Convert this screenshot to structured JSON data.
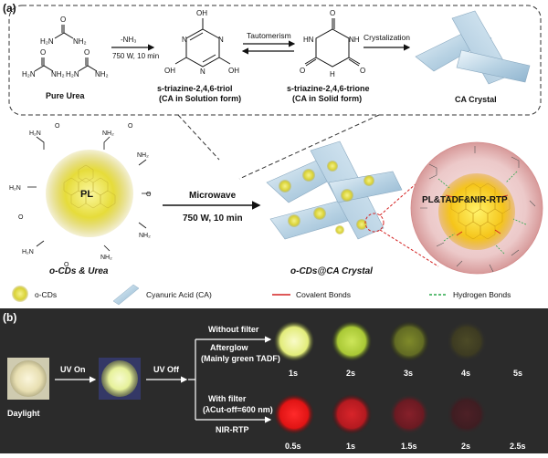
{
  "panel_a": {
    "label": "(a)",
    "urea_name": "Pure Urea",
    "step1_top": "-NH₃",
    "step1_bottom": "750 W, 10 min",
    "triol_oh": "OH",
    "triol_n": "N",
    "triol_name": "s-triazine-2,4,6-triol",
    "triol_sub": "(CA in Solution form)",
    "tautomerism": "Tautomerism",
    "trione_name": "s-triazine-2,4,6-trione",
    "trione_sub": "(CA in Solid form)",
    "crystallization": "Crystalization",
    "ca_crystal": "CA Crystal",
    "pl": "PL",
    "ocd_urea": "o-CDs & Urea",
    "microwave": "Microwave",
    "microwave_cond": "750 W, 10 min",
    "ocd_ca_crystal": "o-CDs@CA Crystal",
    "zoom_label": "PL&TADF&NIR-RTP",
    "legend": {
      "ocds": "o-CDs",
      "cyanuric": "Cyanuric Acid (CA)",
      "covalent": "Covalent Bonds",
      "hydrogen": "Hydrogen Bonds"
    },
    "colors": {
      "covalent": "#d42020",
      "hydrogen": "#2aa84a",
      "dot_yellow": "#e8e23a"
    }
  },
  "panel_b": {
    "label": "(b)",
    "daylight": "Daylight",
    "uv_on": "UV On",
    "uv_off": "UV Off",
    "without_filter": "Without filter",
    "afterglow": "Afterglow",
    "afterglow_sub": "(Mainly green TADF)",
    "with_filter": "With filter",
    "cutoff": "(λCut-off=600 nm)",
    "nir_rtp": "NIR-RTP",
    "green_times": [
      "1s",
      "2s",
      "3s",
      "4s",
      "5s"
    ],
    "red_times": [
      "0.5s",
      "1s",
      "1.5s",
      "2s",
      "2.5s"
    ]
  }
}
